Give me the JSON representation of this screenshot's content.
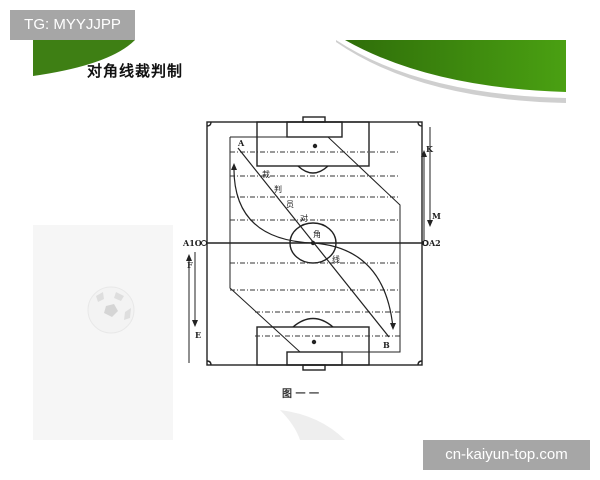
{
  "watermarks": {
    "top_left": "TG: MYYJJPP",
    "bottom_right": "cn-kaiyun-top.com"
  },
  "slide": {
    "title": "对角线裁判制",
    "accent_color": "#4a9a12",
    "accent_dark": "#2f6e0a"
  },
  "diagram": {
    "caption": "图 一 一",
    "points": {
      "A": "A",
      "B": "B",
      "A1": "A1O",
      "A2": "OA2",
      "K": "K",
      "M": "M",
      "F": "F",
      "E": "E"
    },
    "diagonal_labels": [
      "裁",
      "判",
      "员",
      "对",
      "角",
      "线"
    ]
  }
}
